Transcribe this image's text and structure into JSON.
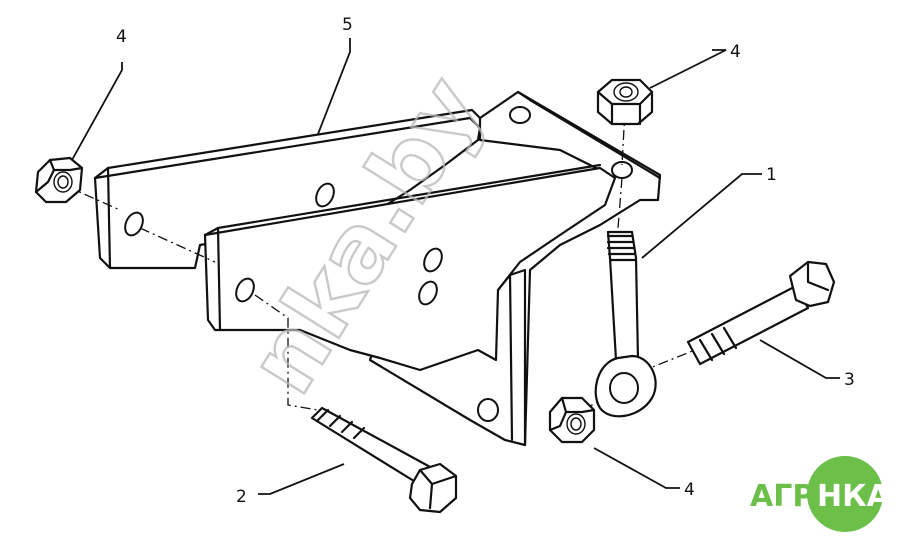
{
  "callouts": {
    "c1": "1",
    "c2": "2",
    "c3": "3",
    "c4_top_left": "4",
    "c4_top_right": "4",
    "c4_bottom": "4",
    "c5": "5"
  },
  "watermark": {
    "text": "nka.by"
  },
  "logo": {
    "left_text": "АГРО",
    "right_text": "НКА",
    "color": "#6cc04a"
  },
  "colors": {
    "ink": "#111111",
    "watermark": "#b8b8b8"
  }
}
